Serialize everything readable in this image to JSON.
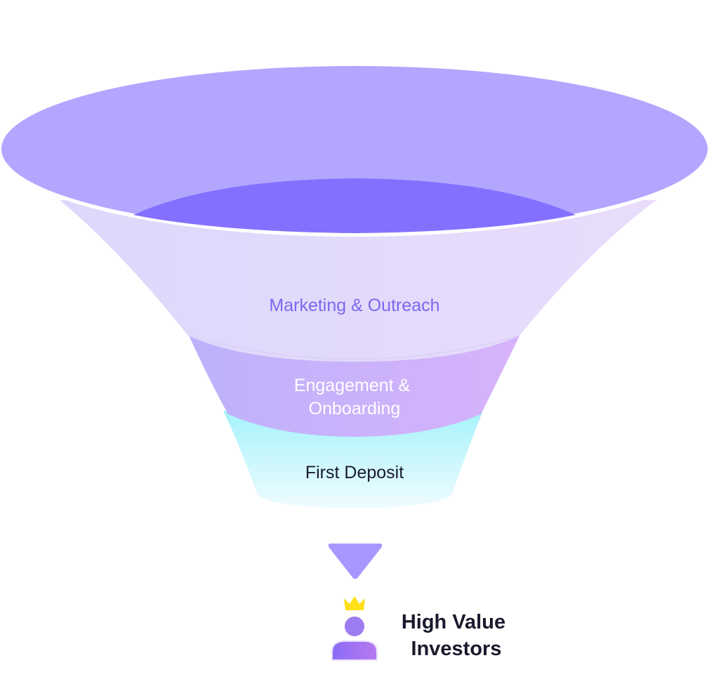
{
  "stages": [
    {
      "lines": [
        "Marketing & Outreach"
      ],
      "text_color": "#7b68f0"
    },
    {
      "lines": [
        "Engagement &",
        "Onboarding"
      ],
      "text_color": "#ffffff"
    },
    {
      "lines": [
        "First Deposit"
      ],
      "text_color": "#1a1a2e"
    }
  ],
  "result": {
    "lines": [
      "High Value",
      "Investors"
    ],
    "text_color": "#1a1a2e"
  },
  "icons": {
    "arrow": "down-triangle-icon",
    "crown": "crown-icon",
    "person": "person-icon"
  },
  "colors": {
    "rim": "#b3a6ff",
    "interior": "#8470ff",
    "arrow": "#a996ff",
    "crown": "#ffe01a",
    "person_head": "#9d7bf0",
    "person_body_from": "#8a6cf5",
    "person_body_to": "#b878f0"
  }
}
